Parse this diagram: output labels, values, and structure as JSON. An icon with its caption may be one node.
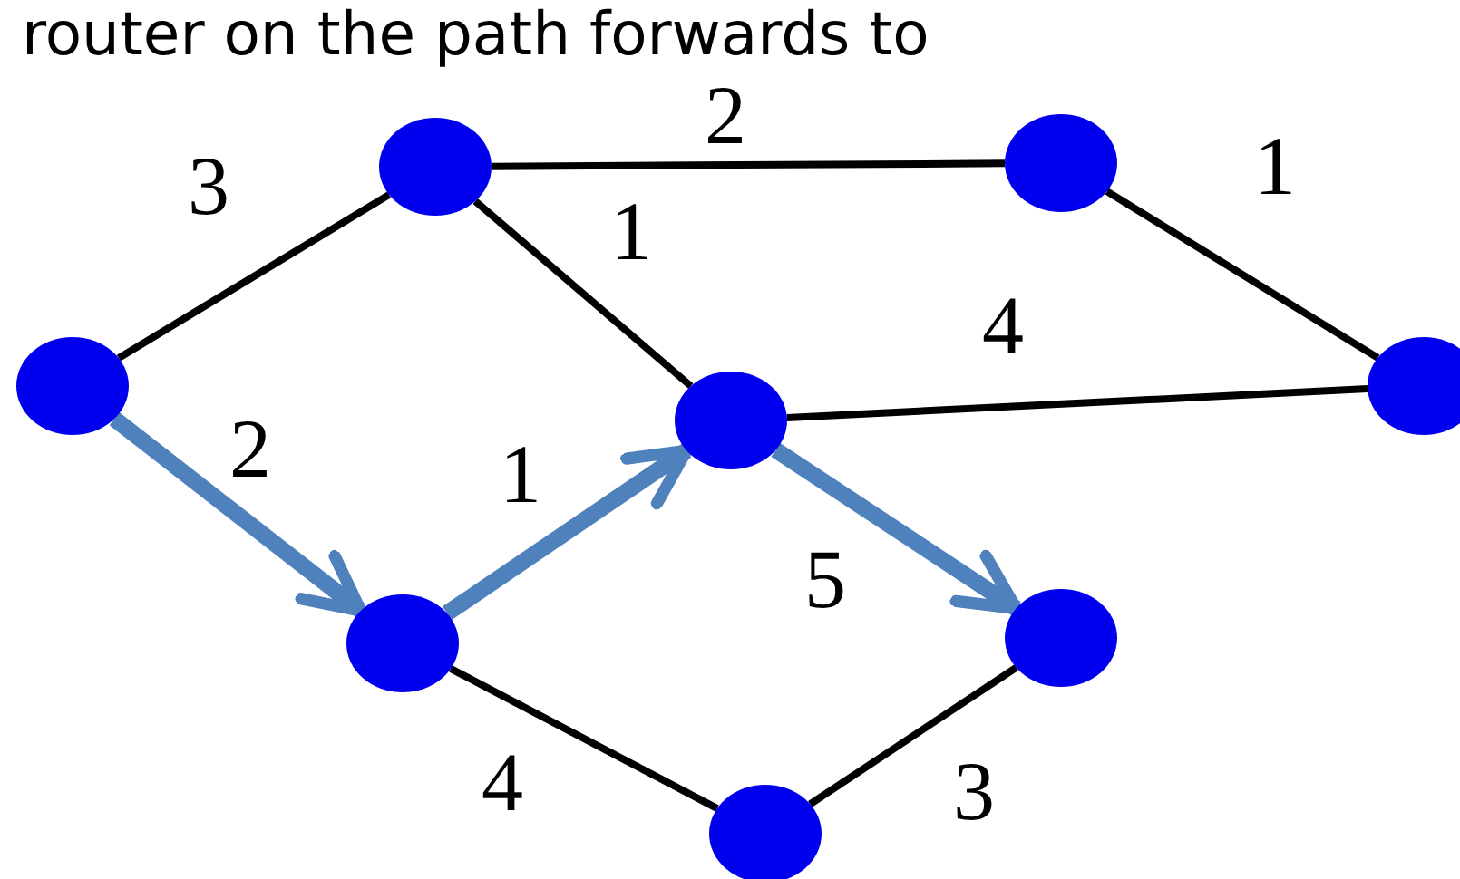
{
  "diagram": {
    "nodes": [
      {
        "text": [],
        "shape": "circle"
      },
      {
        "text": [],
        "shape": "circle"
      },
      {
        "text": [],
        "shape": "circle"
      },
      {
        "text": [],
        "shape": "circle"
      },
      {
        "text": [],
        "shape": "circle"
      },
      {
        "text": [],
        "shape": "circle"
      },
      {
        "text": [],
        "shape": "circle"
      },
      {
        "text": [],
        "shape": "circle"
      }
    ],
    "edges": [
      {
        "from": 0,
        "to": 2,
        "arrow": "none",
        "label": "3"
      },
      {
        "from": 2,
        "to": 5,
        "arrow": "none",
        "label": "2"
      },
      {
        "from": 5,
        "to": 7,
        "arrow": "none",
        "label": "1"
      },
      {
        "from": 2,
        "to": 3,
        "arrow": "none",
        "label": "1"
      },
      {
        "from": 3,
        "to": 7,
        "arrow": "none",
        "label": "4"
      },
      {
        "from": 0,
        "to": 1,
        "arrow": "to",
        "label": "2",
        "style": "thick",
        "color": "#4f81bd"
      },
      {
        "from": 1,
        "to": 3,
        "arrow": "to",
        "label": "1",
        "style": "thick",
        "color": "#4f81bd"
      },
      {
        "from": 3,
        "to": 6,
        "arrow": "to",
        "label": "5",
        "style": "thick",
        "color": "#4f81bd"
      },
      {
        "from": 1,
        "to": 4,
        "arrow": "none",
        "label": "4"
      },
      {
        "from": 4,
        "to": 6,
        "arrow": "none",
        "label": "3"
      }
    ],
    "labels": [
      "router on the path forwards to"
    ]
  }
}
